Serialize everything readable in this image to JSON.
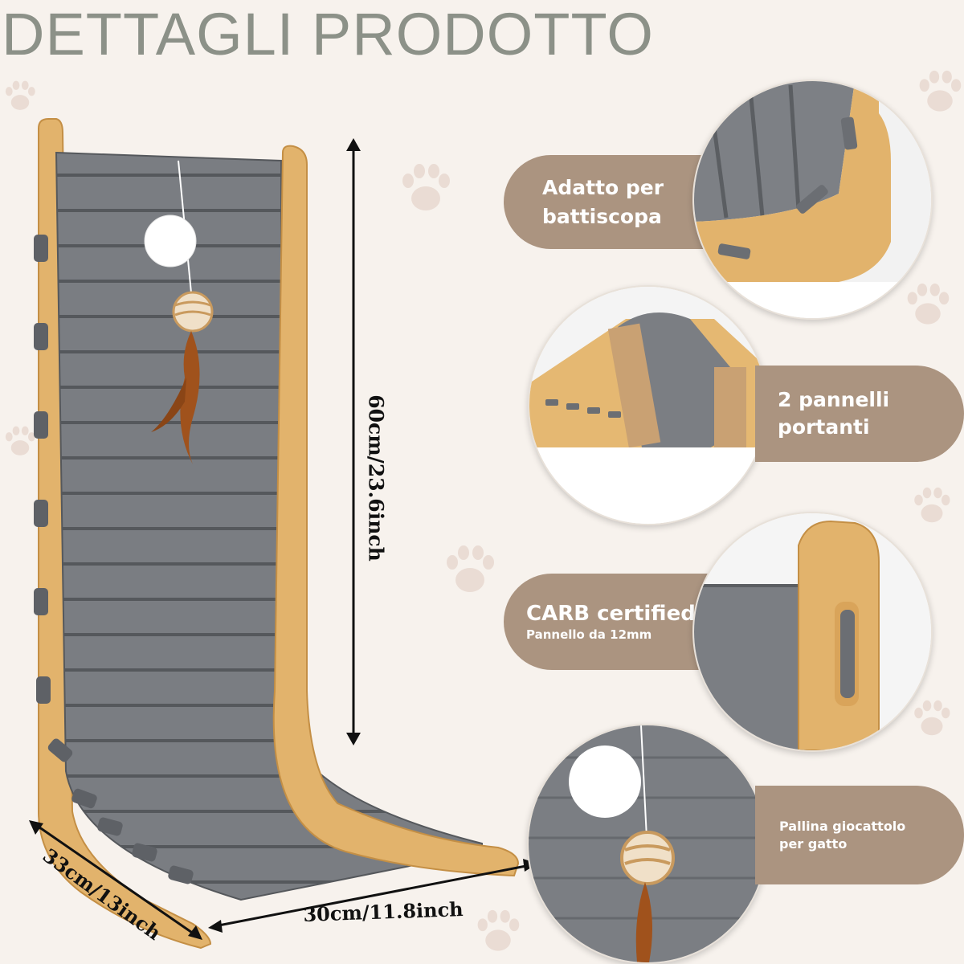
{
  "title": "DETTAGLI PRODOTTO",
  "dimensions": {
    "height": "60cm/23.6inch",
    "width": "30cm/11.8inch",
    "depth": "33cm/13inch"
  },
  "features": [
    {
      "lines": [
        "Adatto per",
        "battiscopa"
      ]
    },
    {
      "lines": [
        "2 pannelli",
        "portanti"
      ]
    },
    {
      "main": "CARB certified",
      "sub": "Pannello da 12mm"
    },
    {
      "lines": [
        "Pallina giocattolo",
        "per gatto"
      ]
    }
  ],
  "colors": {
    "background": "#f7f2ed",
    "title": "#8c9188",
    "badge": "#ab9480",
    "wood": "#e2b36c",
    "felt": "#7a7d82"
  },
  "icons": [
    "paw-print-icon",
    "arrow-icon"
  ]
}
